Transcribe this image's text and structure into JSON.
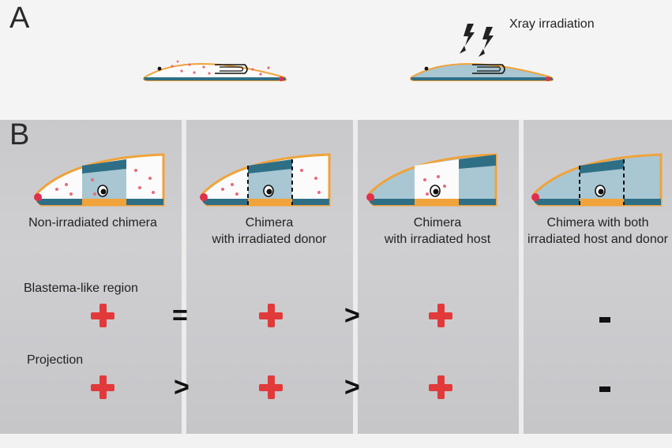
{
  "panels": {
    "a_label": "A",
    "b_label": "B"
  },
  "xray": {
    "label": "Xray irradiation",
    "icon": "lightning-bolt-icon"
  },
  "columns": [
    {
      "line1": "Non-irradiated chimera",
      "line2": ""
    },
    {
      "line1": "Chimera",
      "line2": "with irradiated donor"
    },
    {
      "line1": "Chimera",
      "line2": "with irradiated host"
    },
    {
      "line1": "Chimera with both",
      "line2": "irradiated host and donor"
    }
  ],
  "rows": [
    {
      "label": "Blastema-like region",
      "marks": [
        "+",
        "+",
        "+",
        "-"
      ],
      "operators": [
        "=",
        ">",
        ""
      ]
    },
    {
      "label": "Projection",
      "marks": [
        "+",
        "+",
        "+",
        "-"
      ],
      "operators": [
        ">",
        ">",
        ""
      ]
    }
  ],
  "colors": {
    "body_dots": "#e86a7a",
    "irradiated_blue": "#a9c6d3",
    "dark_teal": "#2f6f86",
    "orange_edge": "#f0a33a",
    "red_tip": "#e0304a",
    "plus_red": "#e23a3a",
    "panel_grey": "#cbcbce"
  }
}
